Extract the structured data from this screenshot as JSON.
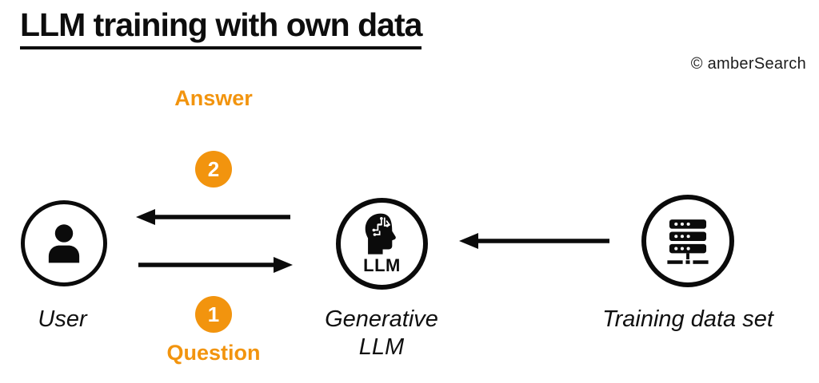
{
  "header": {
    "title": "LLM training with own data",
    "copyright": "© amberSearch"
  },
  "colors": {
    "accent": "#F2940E",
    "line": "#0b0b0b",
    "background": "#FFFFFF"
  },
  "flow": {
    "answer_label": "Answer",
    "question_label": "Question",
    "step_answer": "2",
    "step_question": "1",
    "arrows": [
      {
        "name": "answer-arrow",
        "from": "generative-llm",
        "to": "user",
        "direction": "left"
      },
      {
        "name": "question-arrow",
        "from": "user",
        "to": "generative-llm",
        "direction": "right"
      },
      {
        "name": "training-arrow",
        "from": "training-data-set",
        "to": "generative-llm",
        "direction": "left"
      }
    ]
  },
  "nodes": [
    {
      "id": "user",
      "label": "User",
      "icon": "user-icon"
    },
    {
      "id": "generative-llm",
      "label_line1": "Generative",
      "label_line2": "LLM",
      "icon": "circuit-head-icon",
      "icon_caption": "LLM"
    },
    {
      "id": "training-data-set",
      "label": "Training data set",
      "icon": "server-icon"
    }
  ]
}
